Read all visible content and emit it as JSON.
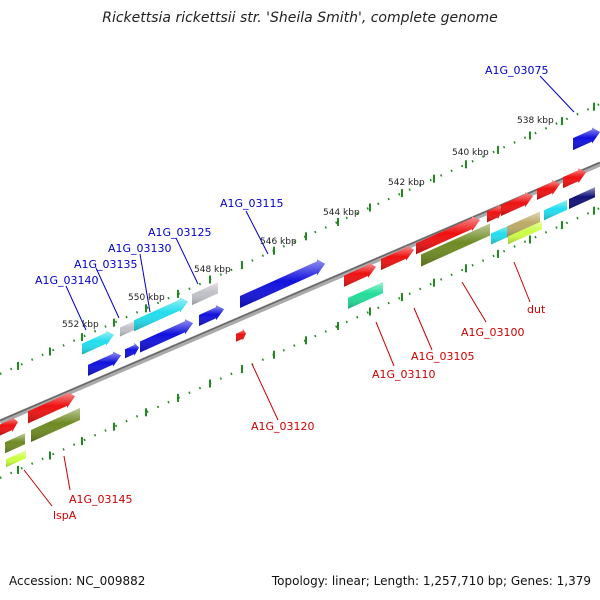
{
  "title": "Rickettsia rickettsii str. 'Sheila Smith', complete genome",
  "footer": {
    "accession": "Accession: NC_009882",
    "topology": "Topology: linear; Length: 1,257,710 bp; Genes: 1,379"
  },
  "colors": {
    "backbone": "#8a8a8a",
    "tick": "#1f8a1f",
    "label_upper": "#0000cc",
    "label_lower": "#cc0000",
    "kbp_text": "#222222",
    "red": "#ee1111",
    "blue": "#1111dd",
    "cyan": "#22ddee",
    "gray": "#c0c0c8",
    "olive": "#6e8a22",
    "lime": "#ccff44",
    "teal": "#22dd99",
    "navy": "#111177",
    "tan": "#bbaa66"
  },
  "scale_labels": [
    "552 kbp",
    "550 kbp",
    "548 kbp",
    "546 kbp",
    "544 kbp",
    "542 kbp",
    "540 kbp",
    "538 kbp"
  ],
  "gene_labels_upper": [
    "A1G_03140",
    "A1G_03135",
    "A1G_03130",
    "A1G_03125",
    "A1G_03115",
    "A1G_03075"
  ],
  "gene_labels_lower": [
    "A1G_03145",
    "lspA",
    "A1G_03120",
    "A1G_03110",
    "A1G_03105",
    "A1G_03100",
    "dut"
  ]
}
